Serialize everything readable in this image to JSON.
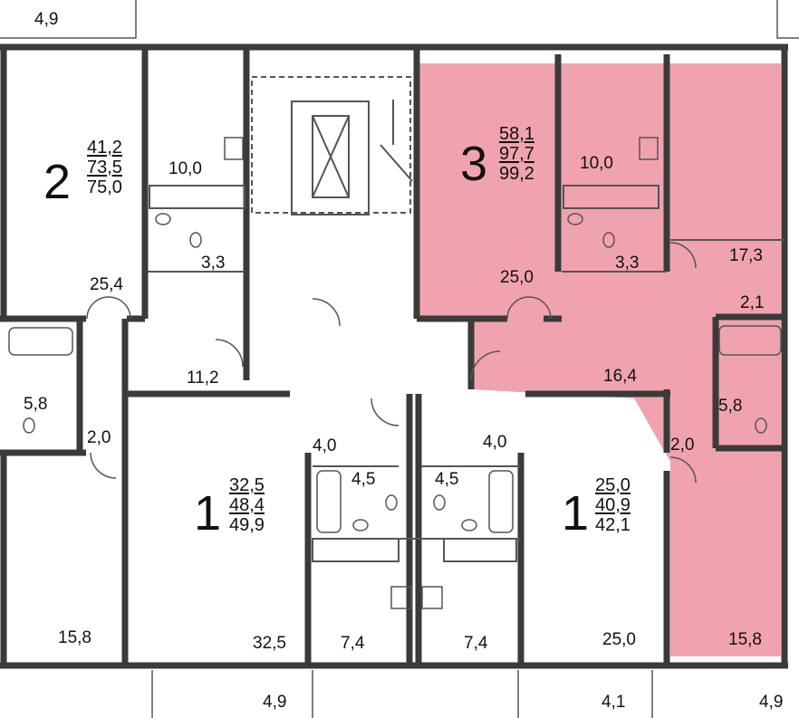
{
  "highlight_color": "#f0a3ae",
  "wall_color": "#3a3a3a",
  "apartments": [
    {
      "id": "apt2",
      "number": "2",
      "living": "41,2",
      "total": "73,5",
      "total_with_balcony": "75,0"
    },
    {
      "id": "apt3",
      "number": "3",
      "living": "58,1",
      "total": "97,7",
      "total_with_balcony": "99,2"
    },
    {
      "id": "apt1-left",
      "number": "1",
      "living": "32,5",
      "total": "48,4",
      "total_with_balcony": "49,9"
    },
    {
      "id": "apt1-right",
      "number": "1",
      "living": "25,0",
      "total": "40,9",
      "total_with_balcony": "42,1"
    }
  ],
  "rooms": {
    "r1": "4,9",
    "r2": "10,0",
    "r3": "3,3",
    "r4": "25,4",
    "r5": "11,2",
    "r6": "5,8",
    "r7": "2,0",
    "r8": "10,0",
    "r9": "3,3",
    "r10": "25,0",
    "r11": "17,3",
    "r12": "2,1",
    "r13": "16,4",
    "r14": "5,8",
    "r15": "2,0",
    "r16": "4,0",
    "r17": "4,5",
    "r18": "4,5",
    "r19": "4,0",
    "r20": "15,8",
    "r21": "32,5",
    "r22": "7,4",
    "r23": "7,4",
    "r24": "25,0",
    "r25": "15,8",
    "r26": "4,9",
    "r27": "4,1",
    "r28": "4,9"
  }
}
